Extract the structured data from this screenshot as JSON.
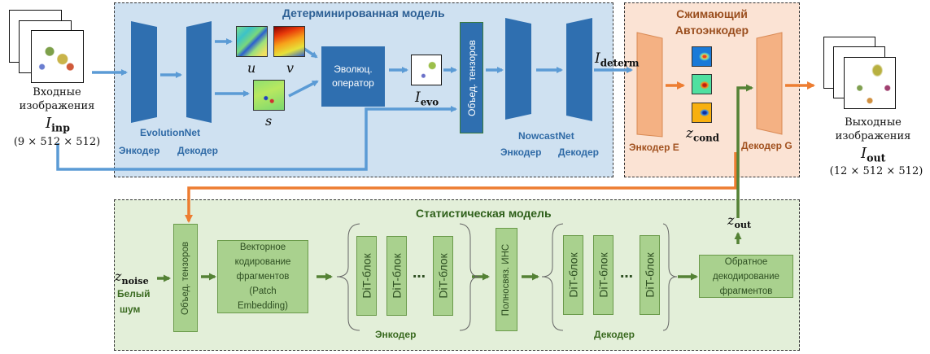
{
  "deterministic_model": {
    "title": "Детерминированная модель",
    "evolutionnet": {
      "name": "EvolutionNet",
      "encoder": "Энкодер",
      "decoder": "Декодер"
    },
    "fields": {
      "u": "u",
      "v": "v",
      "s": "s"
    },
    "evolution_operator": {
      "line1": "Эволюц.",
      "line2": "оператор"
    },
    "i_evo": {
      "base": "I",
      "sub": "evo"
    },
    "concat": "Объед. тензоров",
    "nowcastnet": {
      "name": "NowcastNet",
      "encoder": "Энкодер",
      "decoder": "Декодер"
    },
    "i_determ": {
      "base": "I",
      "sub": "determ"
    }
  },
  "input": {
    "line1": "Входные",
    "line2": "изображения",
    "symbol": {
      "base": "I",
      "sub": "inp"
    },
    "shape": "(9 × 512 × 512)"
  },
  "autoencoder": {
    "title_line1": "Сжимающий",
    "title_line2": "Автоэнкодер",
    "encoder": "Энкодер E",
    "decoder": "Декодер G",
    "z_cond": {
      "base": "z",
      "sub": "cond"
    }
  },
  "output": {
    "line1": "Выходные",
    "line2": "изображения",
    "symbol": {
      "base": "I",
      "sub": "out"
    },
    "shape": "(12 × 512 × 512)"
  },
  "statistical_model": {
    "title": "Статистическая модель",
    "z_noise": {
      "base": "z",
      "sub": "noise"
    },
    "noise_line1": "Белый",
    "noise_line2": "шум",
    "concat": "Объед. тензоров",
    "patch_embedding": {
      "l1": "Векторное",
      "l2": "кодирование",
      "l3": "фрагментов",
      "l4": "(Patch",
      "l5": "Embedding)"
    },
    "dit_block": "DiT-блок",
    "ellipsis": "…",
    "encoder": "Энкодер",
    "fc": "Полносвяз. ИНС",
    "decoder": "Декодер",
    "unpatch": {
      "l1": "Обратное",
      "l2": "декодирование",
      "l3": "фрагментов"
    },
    "z_out": {
      "base": "z",
      "sub": "out"
    }
  },
  "colors": {
    "blue_panel": "#cfe1f1",
    "blue_block": "#2f6fb0",
    "blue_arrow": "#5b9bd5",
    "orange_panel": "#fbe3d4",
    "orange_block": "#f4b183",
    "orange_arrow": "#ed7d31",
    "green_panel": "#e3efd9",
    "green_block": "#a9d18e",
    "green_arrow": "#548235"
  }
}
